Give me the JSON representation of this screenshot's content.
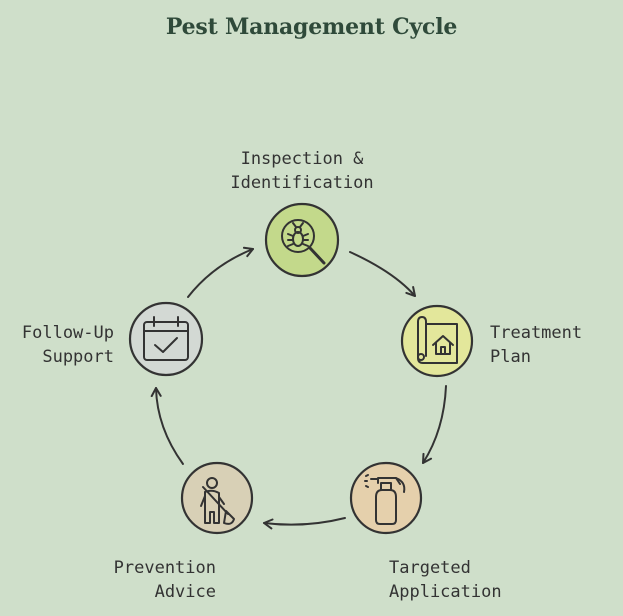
{
  "title": "Pest Management Cycle",
  "steps": [
    {
      "id": "inspection",
      "line1": "Inspection &",
      "line2": "Identification",
      "icon": "magnifier-bug-icon",
      "color": "#c3d98b"
    },
    {
      "id": "treatment",
      "line1": "Treatment",
      "line2": "Plan",
      "icon": "house-blueprint-icon",
      "color": "#e3e79b"
    },
    {
      "id": "application",
      "line1": "Targeted",
      "line2": "Application",
      "icon": "spray-bottle-icon",
      "color": "#e5d0ac"
    },
    {
      "id": "prevention",
      "line1": "Prevention",
      "line2": "Advice",
      "icon": "person-broom-icon",
      "color": "#d8d0b6"
    },
    {
      "id": "followup",
      "line1": "Follow-Up",
      "line2": "Support",
      "icon": "calendar-check-icon",
      "color": "#d3d9d4"
    }
  ],
  "colors": {
    "background": "#cfdfca",
    "stroke": "#333333",
    "title": "#2f4a3a"
  }
}
